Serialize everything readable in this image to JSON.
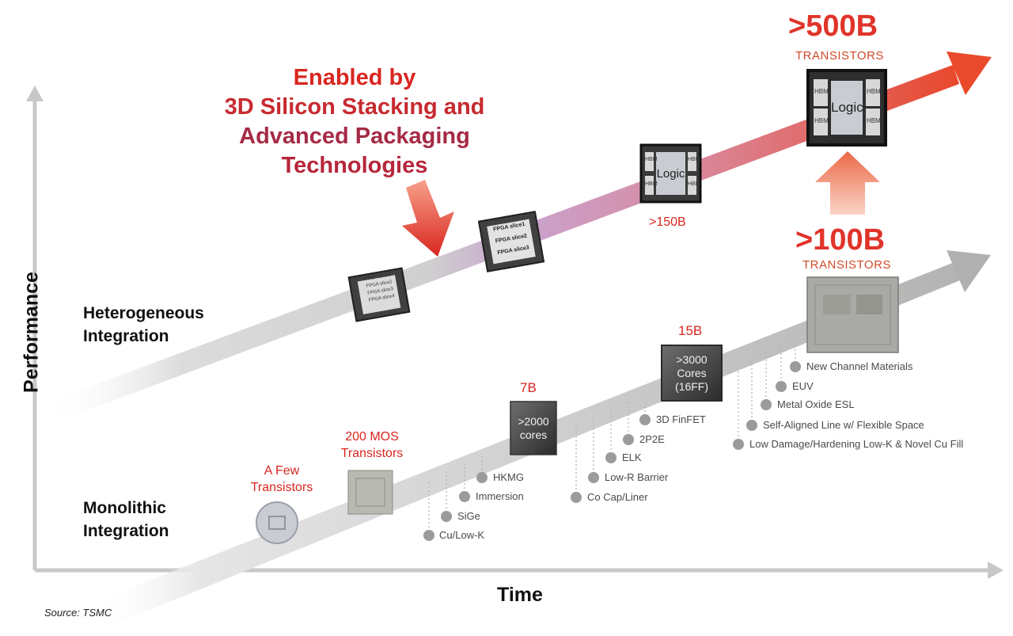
{
  "axes": {
    "y_label": "Performance",
    "x_label": "Time"
  },
  "headline": {
    "line1": "Enabled by",
    "line2": "3D Silicon Stacking and",
    "line3": "Advanced Packaging",
    "line4": "Technologies"
  },
  "tracks": {
    "heterogeneous": {
      "line1": "Heterogeneous",
      "line2": "Integration"
    },
    "monolithic": {
      "line1": "Monolithic",
      "line2": "Integration"
    }
  },
  "milestones": {
    "few": {
      "line1": "A Few",
      "line2": "Transistors"
    },
    "mos": {
      "line1": "200 MOS",
      "line2": "Transistors"
    },
    "b7": {
      "label": "7B",
      "chip_line1": ">2000",
      "chip_line2": "cores"
    },
    "b15": {
      "label": "15B",
      "chip_line1": ">3000",
      "chip_line2": "Cores",
      "chip_line3": "(16FF)"
    },
    "b100": {
      "big": ">100B",
      "sub": "TRANSISTORS"
    },
    "b150": {
      "label": ">150B",
      "chip_text": "Logic",
      "hbm": "HBM"
    },
    "b500": {
      "big": ">500B",
      "sub": "TRANSISTORS",
      "chip_text": "Logic",
      "hbm": "HBM"
    }
  },
  "fpga": {
    "chip1": [
      "FPGA slice1",
      "FPGA slice2",
      "FPGA slice3",
      "FPGA slice4"
    ],
    "chip2": [
      "FPGA slice1",
      "FPGA slice2",
      "FPGA slice3"
    ]
  },
  "technologies": [
    "Cu/Low-K",
    "SiGe",
    "Immersion",
    "HKMG",
    "Co Cap/Liner",
    "Low-R Barrier",
    "ELK",
    "2P2E",
    "3D FinFET",
    "Low Damage/Hardening Low-K & Novel Cu Fill",
    "Self-Aligned Line w/ Flexible Space",
    "Metal Oxide ESL",
    "EUV",
    "New Channel Materials"
  ],
  "source": "Source: TSMC",
  "colors": {
    "accent_red": "#d9261f",
    "arrow_gray": "#c4c4c4"
  }
}
